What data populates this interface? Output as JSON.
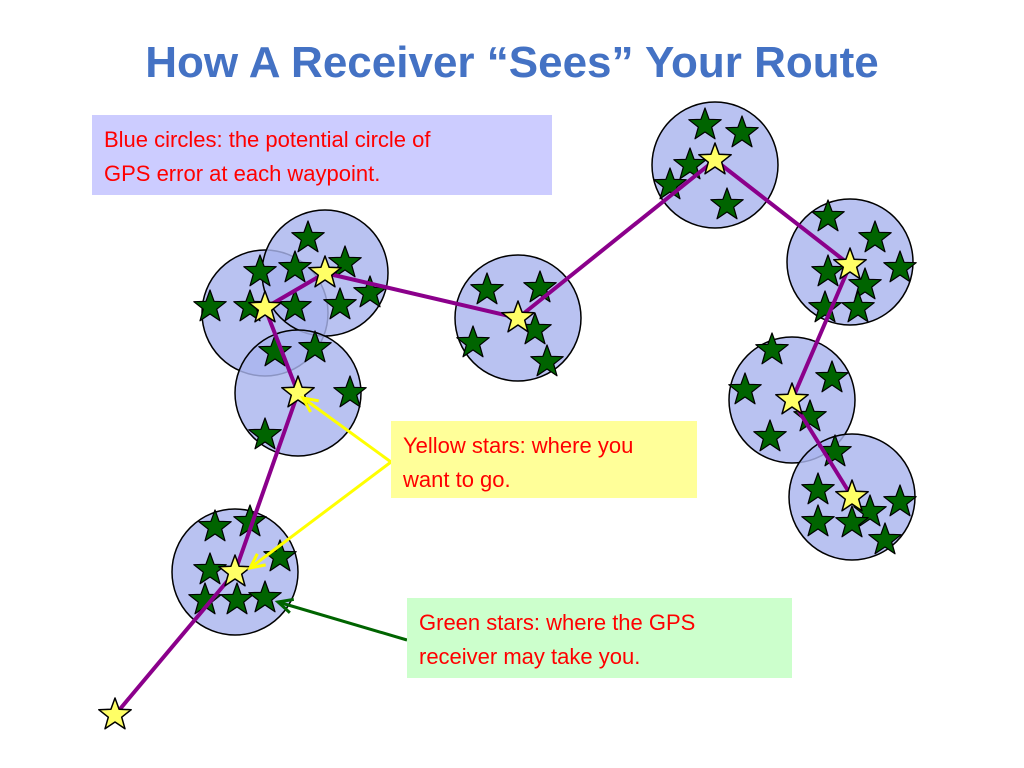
{
  "title": "How A Receiver “Sees” Your Route",
  "legend": {
    "blue": {
      "line1": "Blue circles: the potential circle of",
      "line2": "GPS error at each waypoint."
    },
    "yellow": {
      "line1": "Yellow stars: where you",
      "line2": "want to go."
    },
    "green": {
      "line1": "Green stars: where the GPS",
      "line2": "receiver may take you."
    }
  },
  "colors": {
    "title": "#4472c4",
    "text": "#ff0000",
    "blue_box": "#ccccff",
    "yellow_box": "#ffff99",
    "green_box": "#ccffcc",
    "circle_fill": "#aab4ee",
    "route": "#8b008b",
    "yellow_star": "#ffff66",
    "green_star": "#006400",
    "yellow_arrow": "#ffff00",
    "green_arrow": "#006400"
  }
}
